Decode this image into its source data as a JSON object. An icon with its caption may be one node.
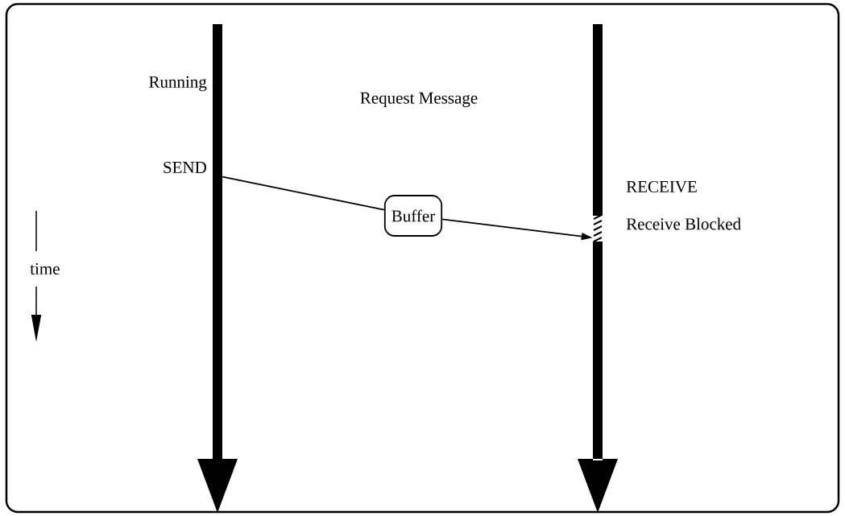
{
  "diagram": {
    "nodes": [
      {
        "text": [],
        "shape": "bar"
      },
      {
        "text": [
          "Buffer"
        ]
      },
      {
        "text": [],
        "shape": "bar"
      }
    ],
    "edges": [
      {
        "from": 0,
        "to": 1,
        "arrow": "none"
      },
      {
        "from": 1,
        "to": 2,
        "arrow": "to"
      }
    ],
    "labels": [
      "Running",
      "Request Message",
      "SEND",
      "RECEIVE",
      "Receive Blocked",
      "time"
    ]
  }
}
